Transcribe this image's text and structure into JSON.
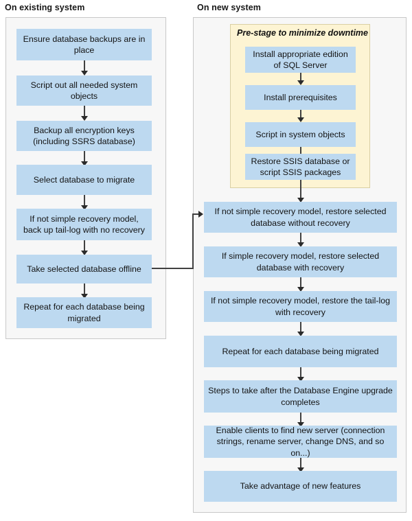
{
  "columns": {
    "existing": {
      "title": "On existing system"
    },
    "new": {
      "title": "On new system"
    }
  },
  "prestage": {
    "label": "Pre-stage to minimize downtime",
    "steps": [
      {
        "text": "Install appropriate edition of SQL Server"
      },
      {
        "text": "Install prerequisites"
      },
      {
        "text": "Script in system objects"
      },
      {
        "text": "Restore SSIS database or script SSIS packages"
      }
    ]
  },
  "existing_steps": [
    {
      "text": "Ensure database backups are in place"
    },
    {
      "text": "Script out all needed system objects"
    },
    {
      "text": "Backup all encryption keys (including SSRS database)"
    },
    {
      "text": "Select database to migrate"
    },
    {
      "text": "If not simple recovery model, back up tail-log with no recovery"
    },
    {
      "text": "Take selected database offline"
    },
    {
      "text": "Repeat for each database being migrated"
    }
  ],
  "new_steps": [
    {
      "text": "If not simple recovery model, restore selected database without recovery"
    },
    {
      "text": "If simple recovery model, restore selected database with recovery"
    },
    {
      "text": "If not simple recovery model, restore the tail-log with recovery"
    },
    {
      "text": "Repeat for each database being migrated"
    },
    {
      "text": "Steps to take after the Database Engine upgrade completes"
    },
    {
      "text": "Enable clients to find new server (connection strings, rename server, change DNS, and so on...)"
    },
    {
      "text": "Take advantage of new features"
    }
  ],
  "colors": {
    "process_fill": "#bdd9f0",
    "panel_fill": "#f7f7f7",
    "panel_border": "#c8c8c8",
    "prestage_fill": "#fdf4d3",
    "prestage_border": "#d9cfa3",
    "connector": "#404040",
    "text": "#131313"
  },
  "connector": {
    "from": "Take selected database offline",
    "to": "If not simple recovery model, restore selected database without recovery"
  }
}
